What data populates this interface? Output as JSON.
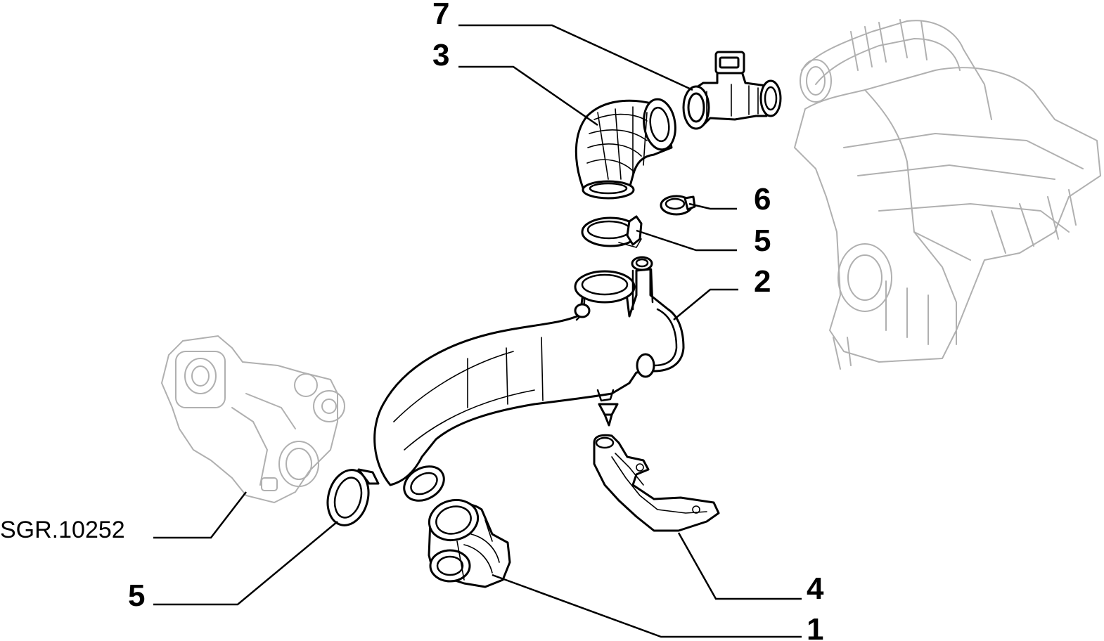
{
  "callouts": {
    "c7": "7",
    "c3": "3",
    "c6": "6",
    "c5_top": "5",
    "c2": "2",
    "c4": "4",
    "c5_bottom": "5",
    "c1": "1"
  },
  "reference": "SGR.10252",
  "colors": {
    "line": "#000000",
    "ghost": "#b0b0b0",
    "background": "#ffffff"
  }
}
